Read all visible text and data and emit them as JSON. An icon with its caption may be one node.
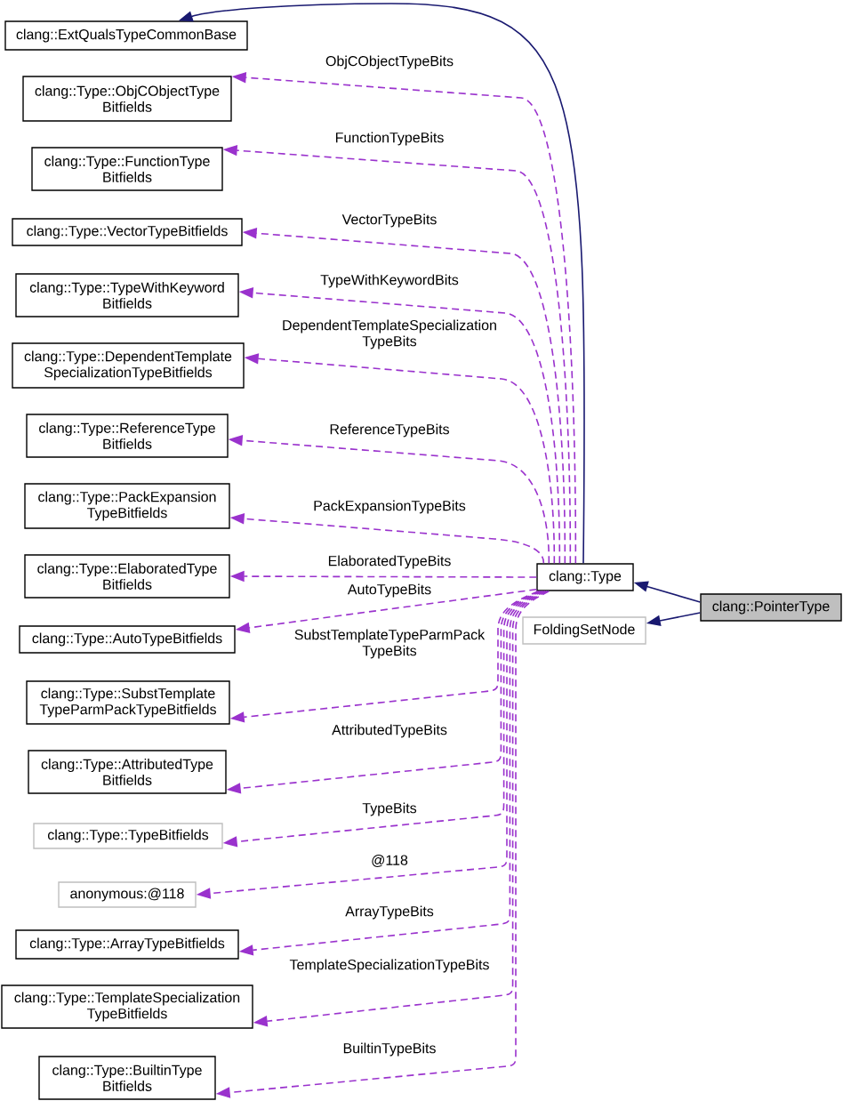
{
  "diagram": {
    "nodes": [
      {
        "text": [
          "clang::ExtQualsTypeCommonBase"
        ]
      },
      {
        "text": [
          "clang::Type::ObjCObjectType Bitfields"
        ]
      },
      {
        "text": [
          "clang::Type::FunctionType Bitfields"
        ]
      },
      {
        "text": [
          "clang::Type::VectorTypeBitfields"
        ]
      },
      {
        "text": [
          "clang::Type::TypeWithKeyword Bitfields"
        ]
      },
      {
        "text": [
          "clang::Type::DependentTemplate SpecializationTypeBitfields"
        ]
      },
      {
        "text": [
          "clang::Type::ReferenceType Bitfields"
        ]
      },
      {
        "text": [
          "clang::Type::PackExpansion TypeBitfields"
        ]
      },
      {
        "text": [
          "clang::Type::ElaboratedType Bitfields"
        ]
      },
      {
        "text": [
          "clang::Type::AutoTypeBitfields"
        ]
      },
      {
        "text": [
          "clang::Type::SubstTemplate TypeParmPackTypeBitfields"
        ]
      },
      {
        "text": [
          "clang::Type::AttributedType Bitfields"
        ]
      },
      {
        "text": [
          "clang::Type::TypeBitfields"
        ]
      },
      {
        "text": [
          "anonymous:@118"
        ]
      },
      {
        "text": [
          "clang::Type::ArrayTypeBitfields"
        ]
      },
      {
        "text": [
          "clang::Type::TemplateSpecialization TypeBitfields"
        ]
      },
      {
        "text": [
          "clang::Type::BuiltinType Bitfields"
        ]
      },
      {
        "text": [
          "clang::Type"
        ]
      },
      {
        "text": [
          "FoldingSetNode"
        ]
      },
      {
        "text": [
          "clang::PointerType"
        ]
      }
    ],
    "edges": [
      {
        "from": 19,
        "to": 17,
        "arrow": "to",
        "color": "#191970"
      },
      {
        "from": 19,
        "to": 18,
        "arrow": "to",
        "color": "#191970"
      },
      {
        "from": 17,
        "to": 0,
        "arrow": "to",
        "color": "#191970"
      },
      {
        "from": 17,
        "to": 1,
        "arrow": "to",
        "label": "ObjCObjectTypeBits",
        "style": "dashed"
      },
      {
        "from": 17,
        "to": 2,
        "arrow": "to",
        "label": "FunctionTypeBits",
        "style": "dashed"
      },
      {
        "from": 17,
        "to": 3,
        "arrow": "to",
        "label": "VectorTypeBits",
        "style": "dashed"
      },
      {
        "from": 17,
        "to": 4,
        "arrow": "to",
        "label": "TypeWithKeywordBits",
        "style": "dashed"
      },
      {
        "from": 17,
        "to": 5,
        "arrow": "to",
        "label": "DependentTemplateSpecialization TypeBits",
        "style": "dashed"
      },
      {
        "from": 17,
        "to": 6,
        "arrow": "to",
        "label": "ReferenceTypeBits",
        "style": "dashed"
      },
      {
        "from": 17,
        "to": 7,
        "arrow": "to",
        "label": "PackExpansionTypeBits",
        "style": "dashed"
      },
      {
        "from": 17,
        "to": 8,
        "arrow": "to",
        "label": "ElaboratedTypeBits",
        "style": "dashed"
      },
      {
        "from": 17,
        "to": 9,
        "arrow": "to",
        "label": "AutoTypeBits",
        "style": "dashed"
      },
      {
        "from": 17,
        "to": 10,
        "arrow": "to",
        "label": "SubstTemplateTypeParmPack TypeBits",
        "style": "dashed"
      },
      {
        "from": 17,
        "to": 11,
        "arrow": "to",
        "label": "AttributedTypeBits",
        "style": "dashed"
      },
      {
        "from": 17,
        "to": 12,
        "arrow": "to",
        "label": "TypeBits",
        "style": "dashed"
      },
      {
        "from": 17,
        "to": 13,
        "arrow": "to",
        "label": "@118",
        "style": "dashed"
      },
      {
        "from": 17,
        "to": 14,
        "arrow": "to",
        "label": "ArrayTypeBits",
        "style": "dashed"
      },
      {
        "from": 17,
        "to": 15,
        "arrow": "to",
        "label": "TemplateSpecializationTypeBits",
        "style": "dashed"
      },
      {
        "from": 17,
        "to": 16,
        "arrow": "to",
        "label": "BuiltinTypeBits",
        "style": "dashed"
      }
    ]
  }
}
